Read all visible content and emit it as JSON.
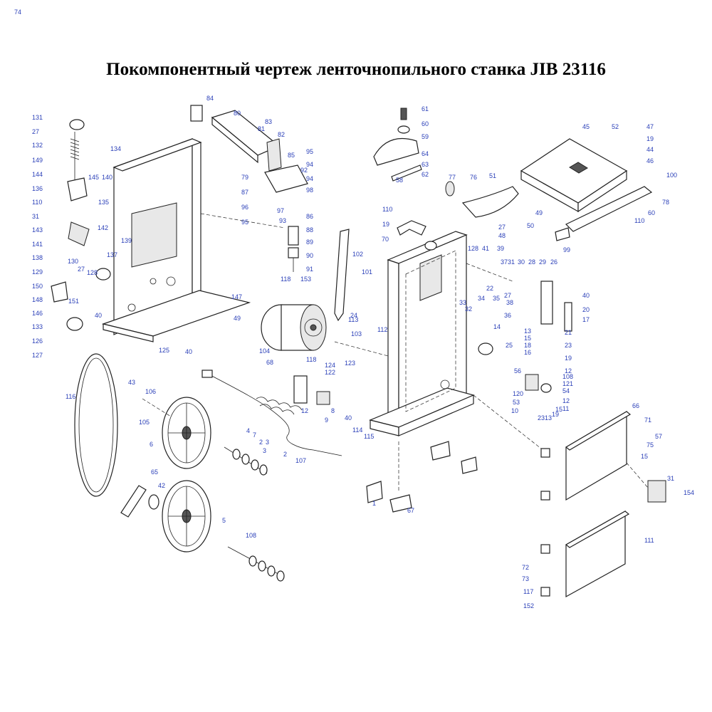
{
  "title": "Покомпонентный чертеж ленточнопильного станка JIB 23116",
  "colors": {
    "callout": "#2a3fb8",
    "line": "#222222"
  },
  "callouts": [
    "131",
    "27",
    "132",
    "149",
    "144",
    "136",
    "110",
    "31",
    "143",
    "141",
    "138",
    "134",
    "145",
    "140",
    "135",
    "142",
    "137",
    "139",
    "130",
    "27",
    "128",
    "129",
    "150",
    "148",
    "146",
    "151",
    "40",
    "133",
    "126",
    "127",
    "147",
    "49",
    "125",
    "40",
    "84",
    "80",
    "81",
    "83",
    "82",
    "85",
    "95",
    "94",
    "92",
    "79",
    "87",
    "94",
    "98",
    "96",
    "86",
    "95",
    "93",
    "97",
    "88",
    "89",
    "90",
    "91",
    "61",
    "60",
    "59",
    "64",
    "63",
    "62",
    "58",
    "45",
    "52",
    "47",
    "19",
    "44",
    "46",
    "100",
    "78",
    "60",
    "110",
    "99",
    "50",
    "49",
    "77",
    "76",
    "51",
    "27",
    "48",
    "110",
    "19",
    "70",
    "102",
    "118",
    "153",
    "101",
    "128",
    "41",
    "39",
    "37",
    "31",
    "30",
    "28",
    "29",
    "26",
    "22",
    "32",
    "33",
    "34",
    "35",
    "38",
    "27",
    "36",
    "40",
    "20",
    "17",
    "13",
    "15",
    "18",
    "16",
    "21",
    "23",
    "19",
    "12",
    "14",
    "25",
    "24",
    "113",
    "103",
    "112",
    "104",
    "68",
    "118",
    "124",
    "122",
    "123",
    "56",
    "108",
    "121",
    "120",
    "53",
    "10",
    "54",
    "12",
    "11",
    "13",
    "23",
    "15",
    "19",
    "12",
    "8",
    "9",
    "40",
    "114",
    "115",
    "116",
    "43",
    "106",
    "105",
    "6",
    "4",
    "7",
    "2",
    "3",
    "3",
    "2",
    "107",
    "65",
    "42",
    "5",
    "108",
    "1",
    "67",
    "66",
    "71",
    "57",
    "75",
    "15",
    "31",
    "154",
    "111",
    "72",
    "73",
    "117",
    "152",
    "74"
  ]
}
